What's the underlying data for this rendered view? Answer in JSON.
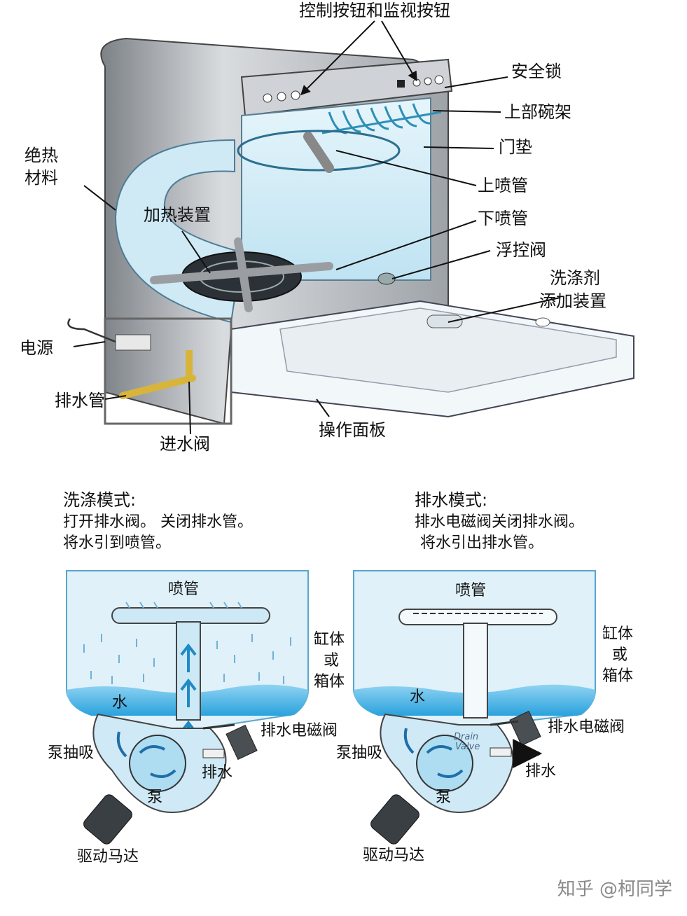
{
  "colors": {
    "water": "#3ab1e8",
    "tank": "#d6eef8",
    "tank_edge": "#5aa6cc",
    "metal": "#b8bcc0",
    "pipe": "#d8b43a"
  },
  "top": {
    "labels": {
      "controls": "控制按钮和监视按钮",
      "safety_lock": "安全锁",
      "upper_rack": "上部碗架",
      "door_gasket": "门垫",
      "upper_spray": "上喷管",
      "insulation_1": "绝热",
      "insulation_2": "材料",
      "heater": "加热装置",
      "lower_spray": "下喷管",
      "float_valve": "浮控阀",
      "detergent_1": "洗涤剂",
      "detergent_2": "添加装置",
      "power": "电源",
      "drain_pipe": "排水管",
      "inlet_valve": "进水阀",
      "control_panel": "操作面板"
    }
  },
  "wash": {
    "title": "洗涤模式:",
    "line1": "打开排水阀。 关闭排水管。",
    "line2": "将水引到喷管。",
    "spray": "喷管",
    "tank_1": "缸体",
    "tank_2": "或",
    "tank_3": "箱体",
    "water": "水",
    "pump_suction": "泵抽吸",
    "solenoid": "排水电磁阀",
    "drain": "排水",
    "pump": "泵",
    "motor": "驱动马达"
  },
  "drain_mode": {
    "title": "排水模式:",
    "line1": "排水电磁阀关闭排水阀。",
    "line2": "将水引出排水管。",
    "spray": "喷管",
    "tank_1": "缸体",
    "tank_2": "或",
    "tank_3": "箱体",
    "water": "水",
    "pump_suction": "泵抽吸",
    "solenoid": "排水电磁阀",
    "drain": "排水",
    "pump": "泵",
    "motor": "驱动马达",
    "valve_1": "Drain",
    "valve_2": "Valve"
  },
  "watermark": "知乎 @柯同学"
}
